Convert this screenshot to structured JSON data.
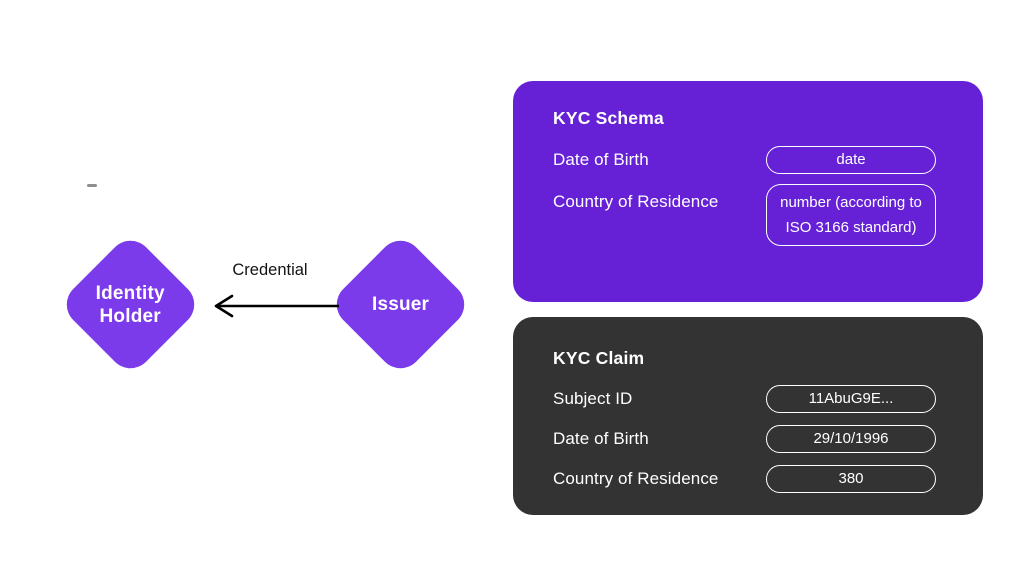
{
  "colors": {
    "purple_card": "#6621D6",
    "purple_node": "#7B3BEB",
    "dark_card": "#333333",
    "text_on_dark": "#ffffff",
    "text_dark": "#141414"
  },
  "nodes": {
    "identity_holder": {
      "label": "Identity\nHolder"
    },
    "issuer": {
      "label": "Issuer"
    }
  },
  "edge": {
    "label": "Credential",
    "from": "issuer",
    "to": "identity_holder",
    "direction": "left"
  },
  "schema_card": {
    "title": "KYC Schema",
    "rows": [
      {
        "label": "Date of Birth",
        "value": "date"
      },
      {
        "label": "Country of Residence",
        "value": "number (according to ISO 3166 standard)"
      }
    ]
  },
  "claim_card": {
    "title": "KYC Claim",
    "rows": [
      {
        "label": "Subject ID",
        "value": "11AbuG9E..."
      },
      {
        "label": "Date of Birth",
        "value": "29/10/1996"
      },
      {
        "label": "Country of Residence",
        "value": "380"
      }
    ]
  }
}
